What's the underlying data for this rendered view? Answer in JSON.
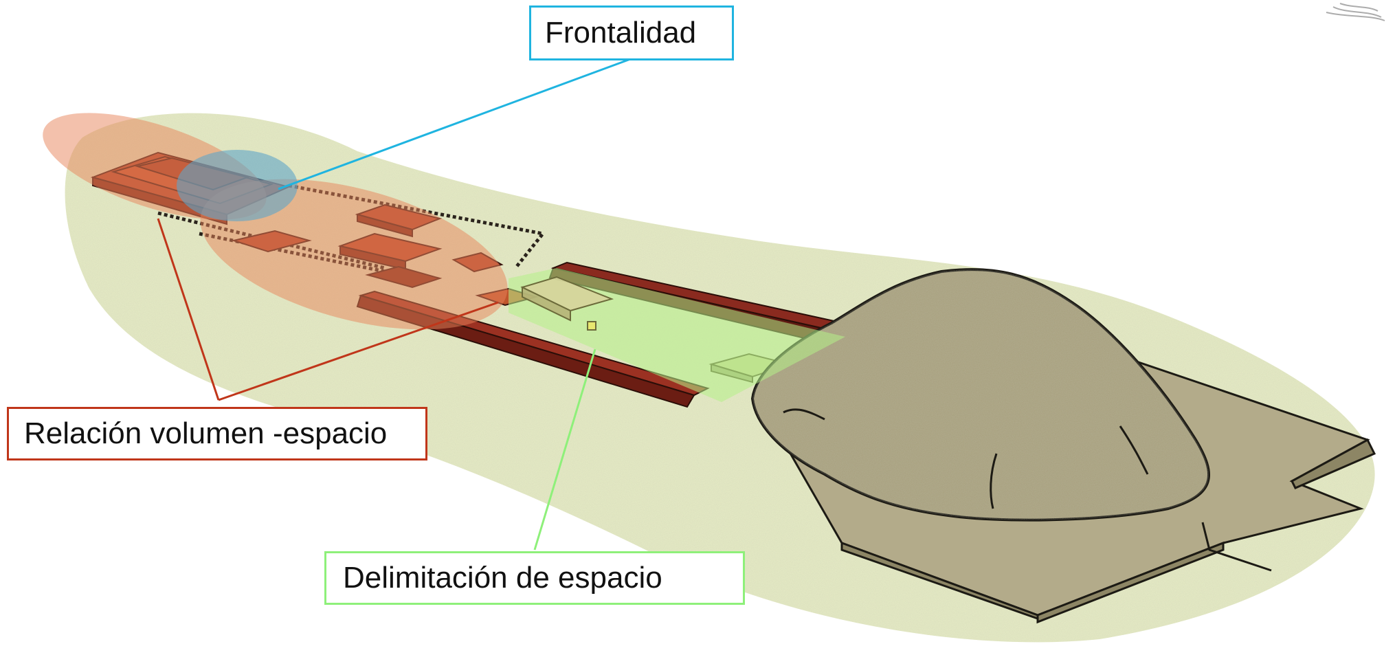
{
  "diagram": {
    "callouts": {
      "frontalidad": {
        "label": "Frontalidad",
        "color": "#1fb4e0"
      },
      "relacion": {
        "label": "Relación volumen -espacio",
        "color": "#c0361a"
      },
      "delimitacion": {
        "label": "Delimitación de espacio",
        "color": "#8ef07a"
      }
    },
    "colors": {
      "terrain": "#e6ecc4",
      "platforms": "#8a2a1f",
      "mound": "#a79f7c",
      "volume_overlay": "#e8845a",
      "frontality_overlay": "#5fa5c8",
      "space_overlay": "#b4f088"
    }
  }
}
